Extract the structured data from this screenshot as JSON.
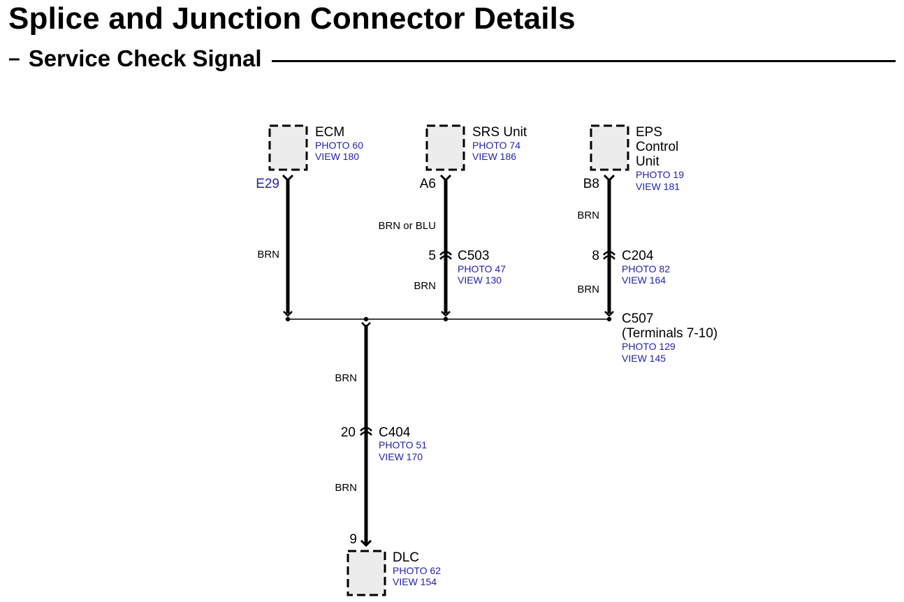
{
  "header": {
    "title": "Splice and Junction Connector Details",
    "section_dash": "–",
    "section_title": "Service Check Signal"
  },
  "components": {
    "ecm": {
      "name": "ECM",
      "photo": "PHOTO 60",
      "view": "VIEW 180",
      "pin": "E29",
      "pin_color": "#2222aa"
    },
    "srs": {
      "name": "SRS Unit",
      "photo": "PHOTO 74",
      "view": "VIEW 186",
      "pin": "A6"
    },
    "eps": {
      "name_lines": [
        "EPS",
        "Control",
        "Unit"
      ],
      "photo": "PHOTO 19",
      "view": "VIEW 181",
      "pin": "B8"
    },
    "dlc": {
      "name": "DLC",
      "photo": "PHOTO 62",
      "view": "VIEW 154",
      "pin": "9"
    }
  },
  "connectors": {
    "c503": {
      "name": "C503",
      "pin": "5",
      "photo": "PHOTO 47",
      "view": "VIEW 130"
    },
    "c204": {
      "name": "C204",
      "pin": "8",
      "photo": "PHOTO 82",
      "view": "VIEW 164"
    },
    "c404": {
      "name": "C404",
      "pin": "20",
      "photo": "PHOTO 51",
      "view": "VIEW 170"
    },
    "c507": {
      "name": "C507",
      "terminals": "(Terminals 7-10)",
      "photo": "PHOTO 129",
      "view": "VIEW 145"
    }
  },
  "wires": {
    "ecm": "BRN",
    "srs_upper": "BRN or BLU",
    "srs_lower": "BRN",
    "eps_upper": "BRN",
    "eps_lower": "BRN",
    "dlc_upper": "BRN",
    "dlc_lower": "BRN"
  },
  "colors": {
    "reference_text": "#2222aa",
    "component_fill": "#ececec",
    "wire": "#000000"
  }
}
